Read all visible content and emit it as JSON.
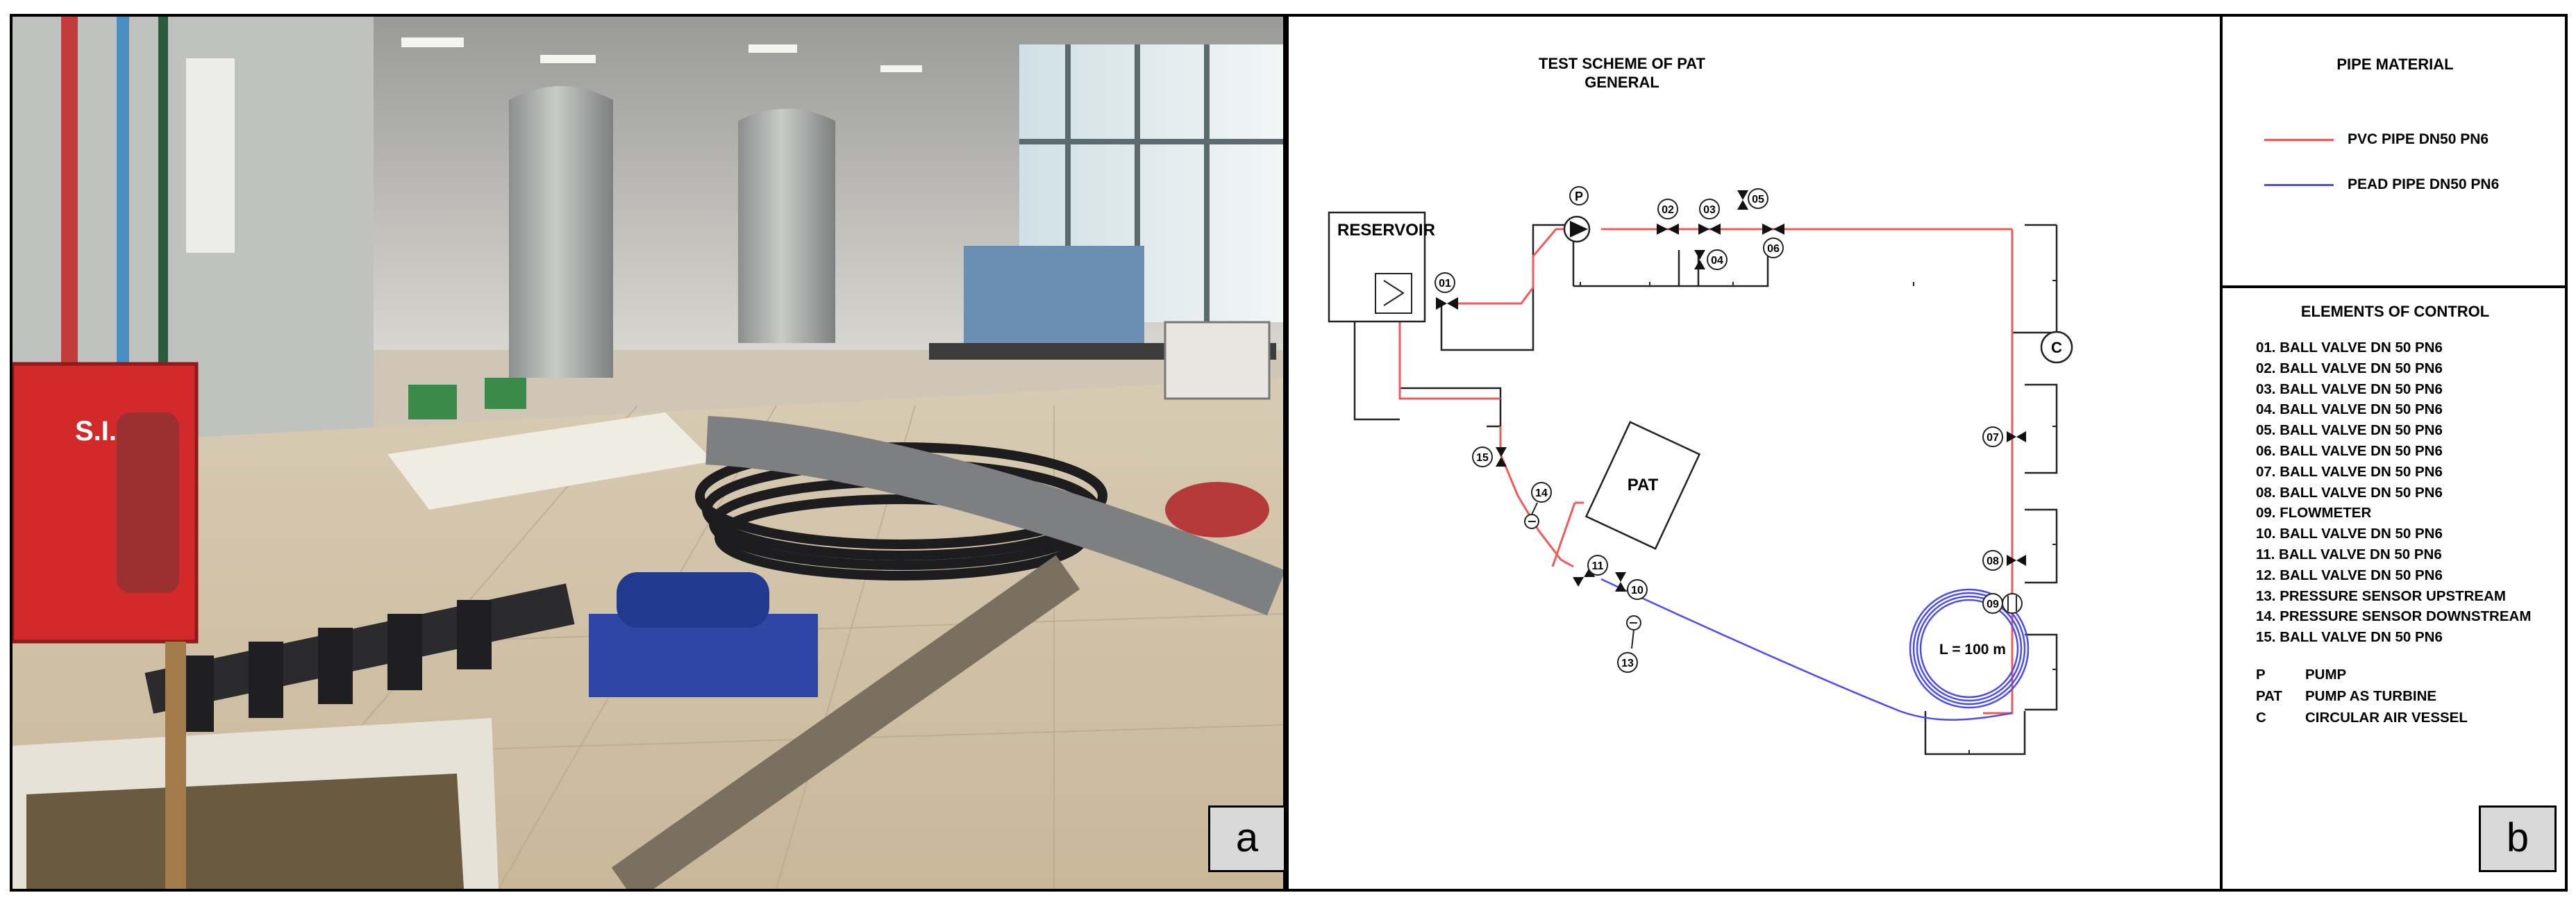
{
  "panel_labels": {
    "a": "a",
    "b": "b"
  },
  "photo": {
    "sign_text": "S.I."
  },
  "scheme": {
    "title_line1": "TEST SCHEME OF PAT",
    "title_line2": "GENERAL",
    "reservoir": "RESERVOIR",
    "pump": "P",
    "pat": "PAT",
    "air_vessel": "C",
    "coil_length": "L = 100 m",
    "valve_tags": {
      "v01": "01",
      "v02": "02",
      "v03": "03",
      "v04": "04",
      "v05": "05",
      "v06": "06",
      "v07": "07",
      "v08": "08",
      "v09": "09",
      "v10": "10",
      "v11": "11",
      "v13": "13",
      "v14": "14",
      "v15": "15"
    }
  },
  "pipe_material": {
    "title": "PIPE MATERIAL",
    "items": [
      {
        "label": "PVC PIPE DN50 PN6",
        "color": "#f05a5a"
      },
      {
        "label": "PEAD PIPE DN50 PN6",
        "color": "#4b4bf0"
      }
    ]
  },
  "elements_of_control": {
    "title": "ELEMENTS OF CONTROL",
    "items": [
      "01. BALL VALVE DN 50 PN6",
      "02. BALL VALVE DN 50 PN6",
      "03. BALL VALVE DN 50 PN6",
      "04. BALL VALVE DN 50 PN6",
      "05. BALL VALVE DN 50 PN6",
      "06. BALL VALVE DN 50 PN6",
      "07. BALL VALVE DN 50 PN6",
      "08. BALL VALVE DN 50 PN6",
      "09. FLOWMETER",
      "10. BALL VALVE DN 50 PN6",
      "11. BALL VALVE DN 50 PN6",
      "12. BALL VALVE DN 50 PN6",
      "13. PRESSURE SENSOR UPSTREAM",
      "14. PRESSURE SENSOR DOWNSTREAM",
      "15. BALL VALVE DN 50 PN6"
    ],
    "abbreviations": [
      {
        "key": "P",
        "value": "PUMP"
      },
      {
        "key": "PAT",
        "value": "PUMP AS TURBINE"
      },
      {
        "key": "C",
        "value": "CIRCULAR AIR VESSEL"
      }
    ]
  },
  "colors": {
    "pvc": "#f05a5a",
    "pead": "#4b4bf0",
    "frame": "#000000",
    "tag_bg": "#d9d9d9"
  }
}
